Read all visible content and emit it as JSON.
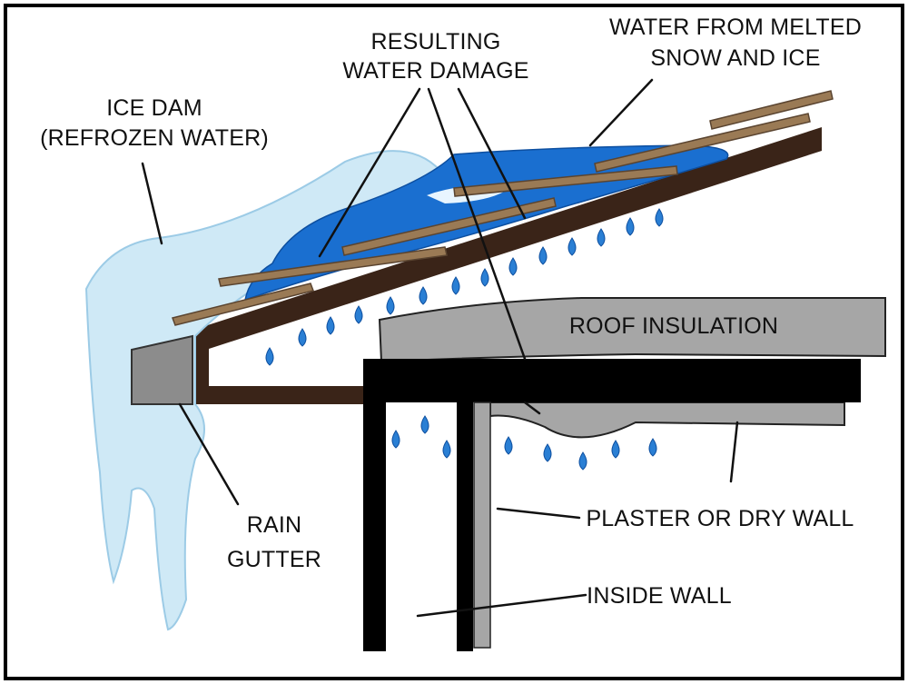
{
  "diagram": {
    "labels": {
      "ice_dam_line1": "ICE DAM",
      "ice_dam_line2": "(REFROZEN WATER)",
      "resulting_line1": "RESULTING",
      "resulting_line2": "WATER DAMAGE",
      "melted_line1": "WATER FROM MELTED",
      "melted_line2": "SNOW AND ICE",
      "roof_insulation": "ROOF INSULATION",
      "rain_gutter_line1": "RAIN",
      "rain_gutter_line2": "GUTTER",
      "plaster": "PLASTER OR DRY WALL",
      "inside_wall": "INSIDE WALL"
    },
    "colors": {
      "ice": "#cfe9f6",
      "ice_outline": "#9ccbe6",
      "meltwater": "#1a6fd0",
      "roof_frame": "#3a2418",
      "shingle": "#9a7a55",
      "gutter": "#8c8c8c",
      "insulation": "#a6a6a6",
      "beam": "#000000",
      "drip": "#2a7fd4",
      "leader": "#111111"
    }
  }
}
